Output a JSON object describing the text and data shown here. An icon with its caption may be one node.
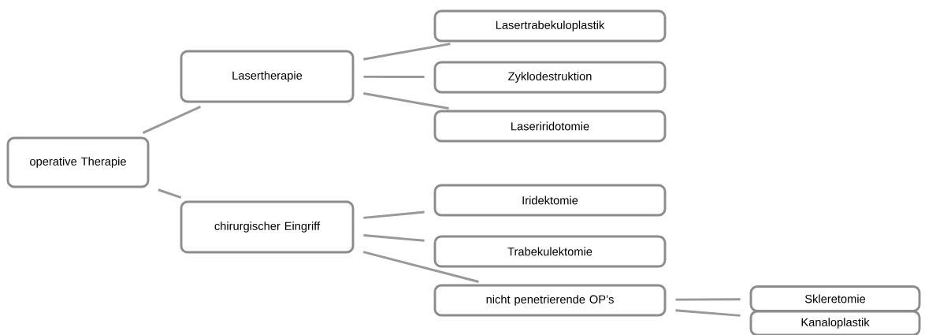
{
  "diagram": {
    "nodes": [
      {
        "text": [
          "operative Therapie"
        ]
      },
      {
        "text": [
          "Lasertherapie"
        ]
      },
      {
        "text": [
          "Lasertrabekuloplastik"
        ]
      },
      {
        "text": [
          "Zyklodestruktion"
        ]
      },
      {
        "text": [
          "Laseriridotomie"
        ]
      },
      {
        "text": [
          "chirurgischer Eingriff"
        ]
      },
      {
        "text": [
          "Iridektomie"
        ]
      },
      {
        "text": [
          "Trabekulektomie"
        ]
      },
      {
        "text": [
          "nicht penetrierende OP’s"
        ]
      },
      {
        "text": [
          "Skleretomie"
        ]
      },
      {
        "text": [
          "Kanaloplastik"
        ]
      }
    ],
    "edges": [
      {
        "from": 0,
        "to": 1,
        "arrow": "none"
      },
      {
        "from": 0,
        "to": 5,
        "arrow": "none"
      },
      {
        "from": 1,
        "to": 2,
        "arrow": "none"
      },
      {
        "from": 1,
        "to": 3,
        "arrow": "none"
      },
      {
        "from": 1,
        "to": 4,
        "arrow": "none"
      },
      {
        "from": 5,
        "to": 6,
        "arrow": "none"
      },
      {
        "from": 5,
        "to": 7,
        "arrow": "none"
      },
      {
        "from": 5,
        "to": 8,
        "arrow": "none"
      },
      {
        "from": 8,
        "to": 9,
        "arrow": "none"
      },
      {
        "from": 8,
        "to": 10,
        "arrow": "none"
      }
    ]
  }
}
